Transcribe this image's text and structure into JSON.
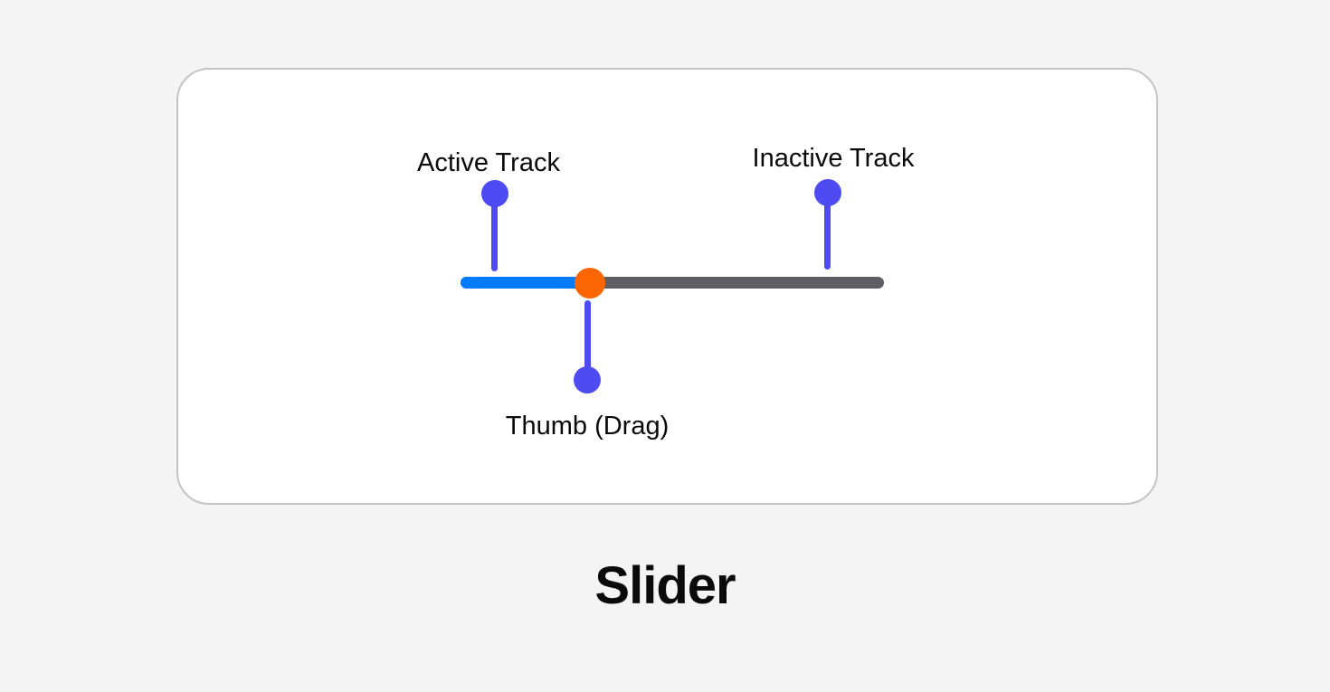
{
  "page": {
    "title": "Slider",
    "background_color": "#f4f4f5"
  },
  "card": {
    "background_color": "#ffffff",
    "border_color": "#c4c4c7"
  },
  "slider": {
    "value_percent": 30.5,
    "active_track_color": "#007aff",
    "inactive_track_color": "#5e5e62",
    "thumb_color": "#fb6502"
  },
  "annotations": {
    "color": "#4f4bf2",
    "active_track": {
      "label": "Active Track"
    },
    "inactive_track": {
      "label": "Inactive Track"
    },
    "thumb": {
      "label": "Thumb (Drag)"
    }
  }
}
